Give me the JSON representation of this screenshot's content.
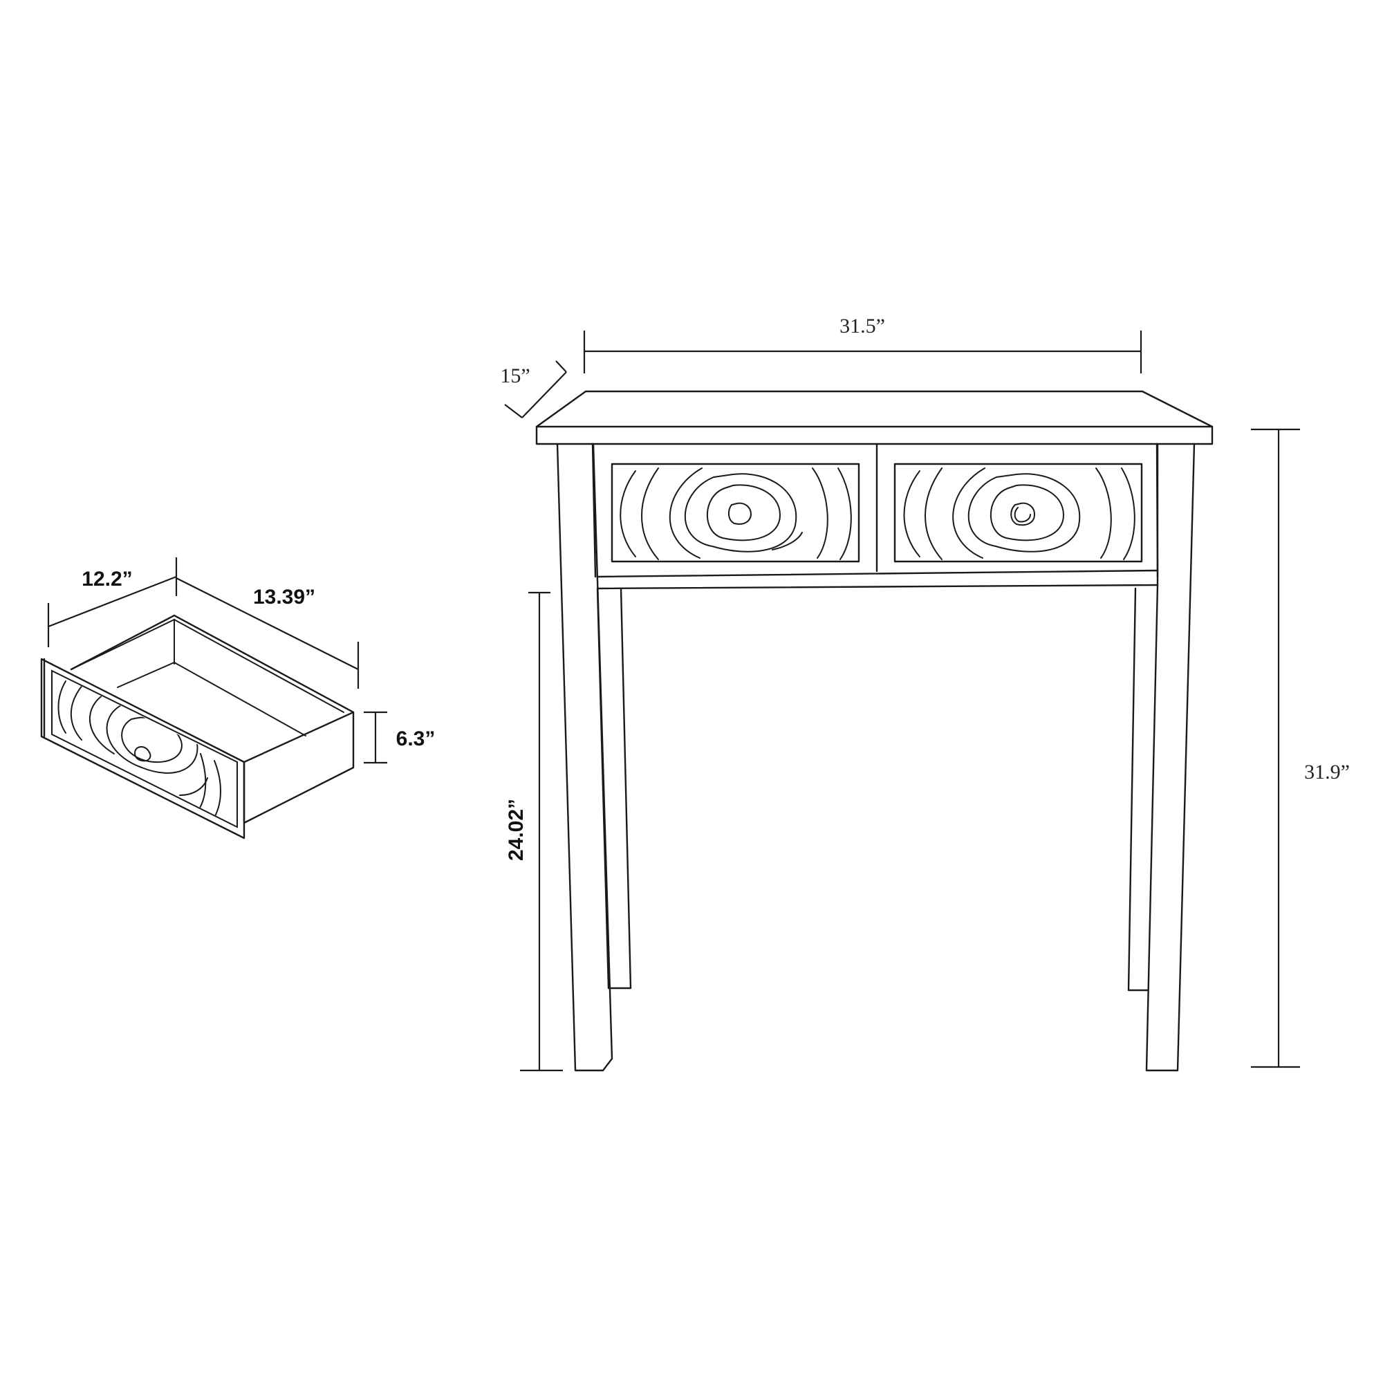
{
  "dimensions": {
    "table_width": "31.5”",
    "table_depth": "15”",
    "table_height": "31.9”",
    "leg_height": "24.02”",
    "drawer_width": "12.2”",
    "drawer_depth": "13.39”",
    "drawer_height": "6.3”"
  }
}
